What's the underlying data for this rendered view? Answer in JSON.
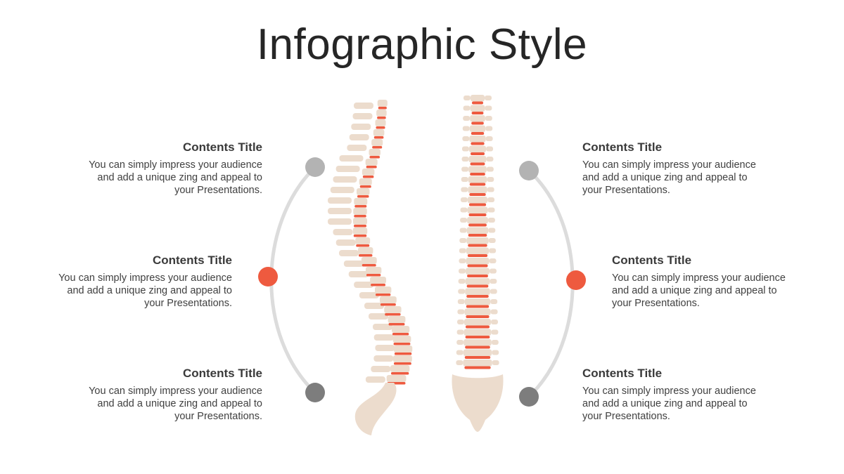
{
  "slide": {
    "title": "Infographic Style"
  },
  "colors": {
    "bone": "#ecdccd",
    "disc": "#ee5a3f",
    "arc": "#dcdcdc",
    "node_light": "#b3b3b3",
    "node_accent": "#ee5a3f",
    "node_dark": "#7d7d7d",
    "title": "#262626",
    "text": "#404040"
  },
  "left_items": [
    {
      "title": "Contents Title",
      "body_lines": [
        "You can simply impress your audience",
        "and add a unique zing and appeal to",
        "your Presentations."
      ],
      "node": "light"
    },
    {
      "title": "Contents Title",
      "body_lines": [
        "You can simply impress your audience",
        "and add a unique zing and appeal to",
        "your Presentations."
      ],
      "node": "accent"
    },
    {
      "title": "Contents Title",
      "body_lines": [
        "You can simply impress your audience",
        "and add a unique zing and appeal to",
        "your Presentations."
      ],
      "node": "dark"
    }
  ],
  "right_items": [
    {
      "title": "Contents Title",
      "body_lines": [
        "You can simply impress your audience",
        "and add a unique zing and appeal to",
        "your Presentations."
      ],
      "node": "light"
    },
    {
      "title": "Contents Title",
      "body_lines": [
        "You can simply impress your audience",
        "and add a unique zing and appeal to",
        "your Presentations."
      ],
      "node": "accent"
    },
    {
      "title": "Contents Title",
      "body_lines": [
        "You can simply impress your audience",
        "and add a unique zing and appeal to",
        "your Presentations."
      ],
      "node": "dark"
    }
  ]
}
